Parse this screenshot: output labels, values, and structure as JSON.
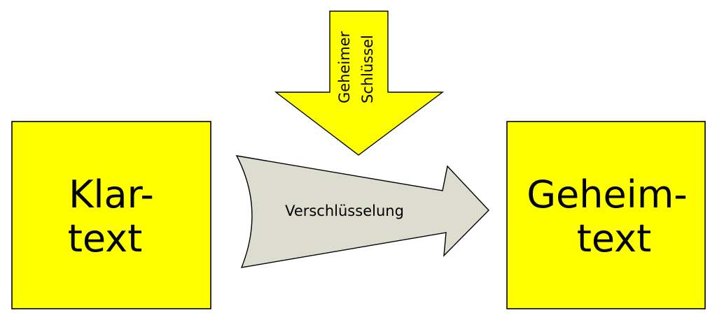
{
  "colors": {
    "box_fill": "#ffff00",
    "arrow_fill": "#ddddcf",
    "stroke": "#000000"
  },
  "plaintext_box": {
    "line1": "Klar-",
    "line2": "text"
  },
  "ciphertext_box": {
    "line1": "Geheim-",
    "line2": "text"
  },
  "key_arrow": {
    "line1": "Geheimer",
    "line2": "Schlüssel"
  },
  "encryption_arrow": {
    "label": "Verschlüsselung"
  }
}
